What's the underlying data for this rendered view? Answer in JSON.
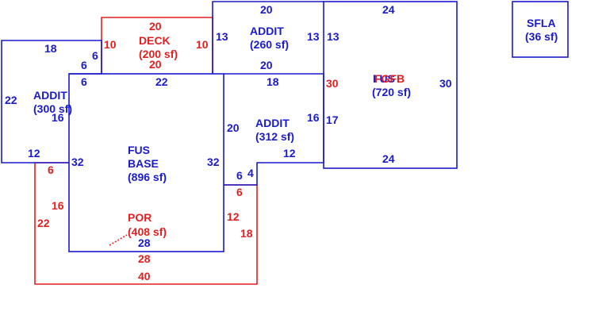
{
  "colors": {
    "blue": "#1a1acc",
    "red": "#e02020"
  },
  "sections": {
    "deck": {
      "name": "DECK",
      "area": "(200 sf)"
    },
    "addit_top": {
      "name": "ADDIT",
      "area": "(260 sf)"
    },
    "addit_left": {
      "name": "ADDIT",
      "area": "(300 sf)"
    },
    "fus_base": {
      "name1": "FUS",
      "name2": "BASE",
      "area": "(896 sf)"
    },
    "addit_mid": {
      "name": "ADDIT",
      "area": "(312 sf)"
    },
    "fus_right": {
      "name": "FUS",
      "name_overlap": "FGFB",
      "area": "(720 sf)"
    },
    "por": {
      "name": "POR",
      "area": "(408 sf)"
    },
    "sfla": {
      "name": "SFLA",
      "area": "(36 sf)"
    }
  },
  "dims": {
    "deck_top": "20",
    "deck_bottom": "20",
    "deck_left": "10",
    "deck_right": "10",
    "addit_top_top": "20",
    "addit_top_bottom": "20",
    "addit_top_left": "13",
    "addit_top_right": "13",
    "addit_left_top": "18",
    "addit_left_left": "22",
    "addit_left_right": "16",
    "addit_left_bottom": "12",
    "addit_left_step_a": "6",
    "addit_left_step_b": "6",
    "fus_base_top": "22",
    "fus_base_left": "32",
    "fus_base_right": "32",
    "fus_base_bottom": "28",
    "fus_base_step": "6",
    "addit_mid_top": "18",
    "addit_mid_left": "20",
    "addit_mid_right": "16",
    "addit_mid_bottom": "12",
    "addit_mid_step_a": "6",
    "addit_mid_step_b": "4",
    "fus_right_top": "24",
    "fus_right_left_a": "13",
    "fus_right_left_b": "30",
    "fus_right_left_c": "17",
    "fus_right_right": "30",
    "fus_right_bottom": "24",
    "por_a": "6",
    "por_b": "16",
    "por_c": "22",
    "por_d": "6",
    "por_e": "12",
    "por_f": "18",
    "por_g": "28",
    "por_h": "40"
  }
}
